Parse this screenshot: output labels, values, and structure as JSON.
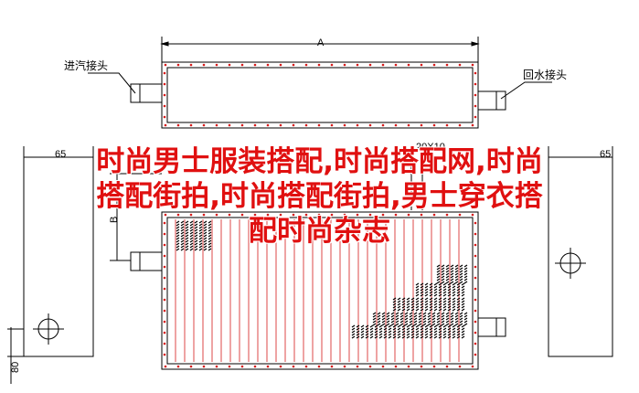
{
  "drawing": {
    "dimension_top": "A",
    "dimension_fin": "20X10",
    "dimension_left_top": "65",
    "dimension_right_top": "65",
    "dimension_left_side": "B",
    "dimension_bottom_left": "80",
    "label_inlet": "进汽接头",
    "label_outlet": "回水接头"
  },
  "overlay": {
    "line1": "时尚男士服装搭配,时尚搭配网,时尚",
    "line2": "搭配街拍,时尚搭配街拍,男士穿衣搭",
    "line3": "配时尚杂志"
  },
  "colors": {
    "line": "#000000",
    "accent": "#d61a1a",
    "overlay_text": "#e01010"
  }
}
